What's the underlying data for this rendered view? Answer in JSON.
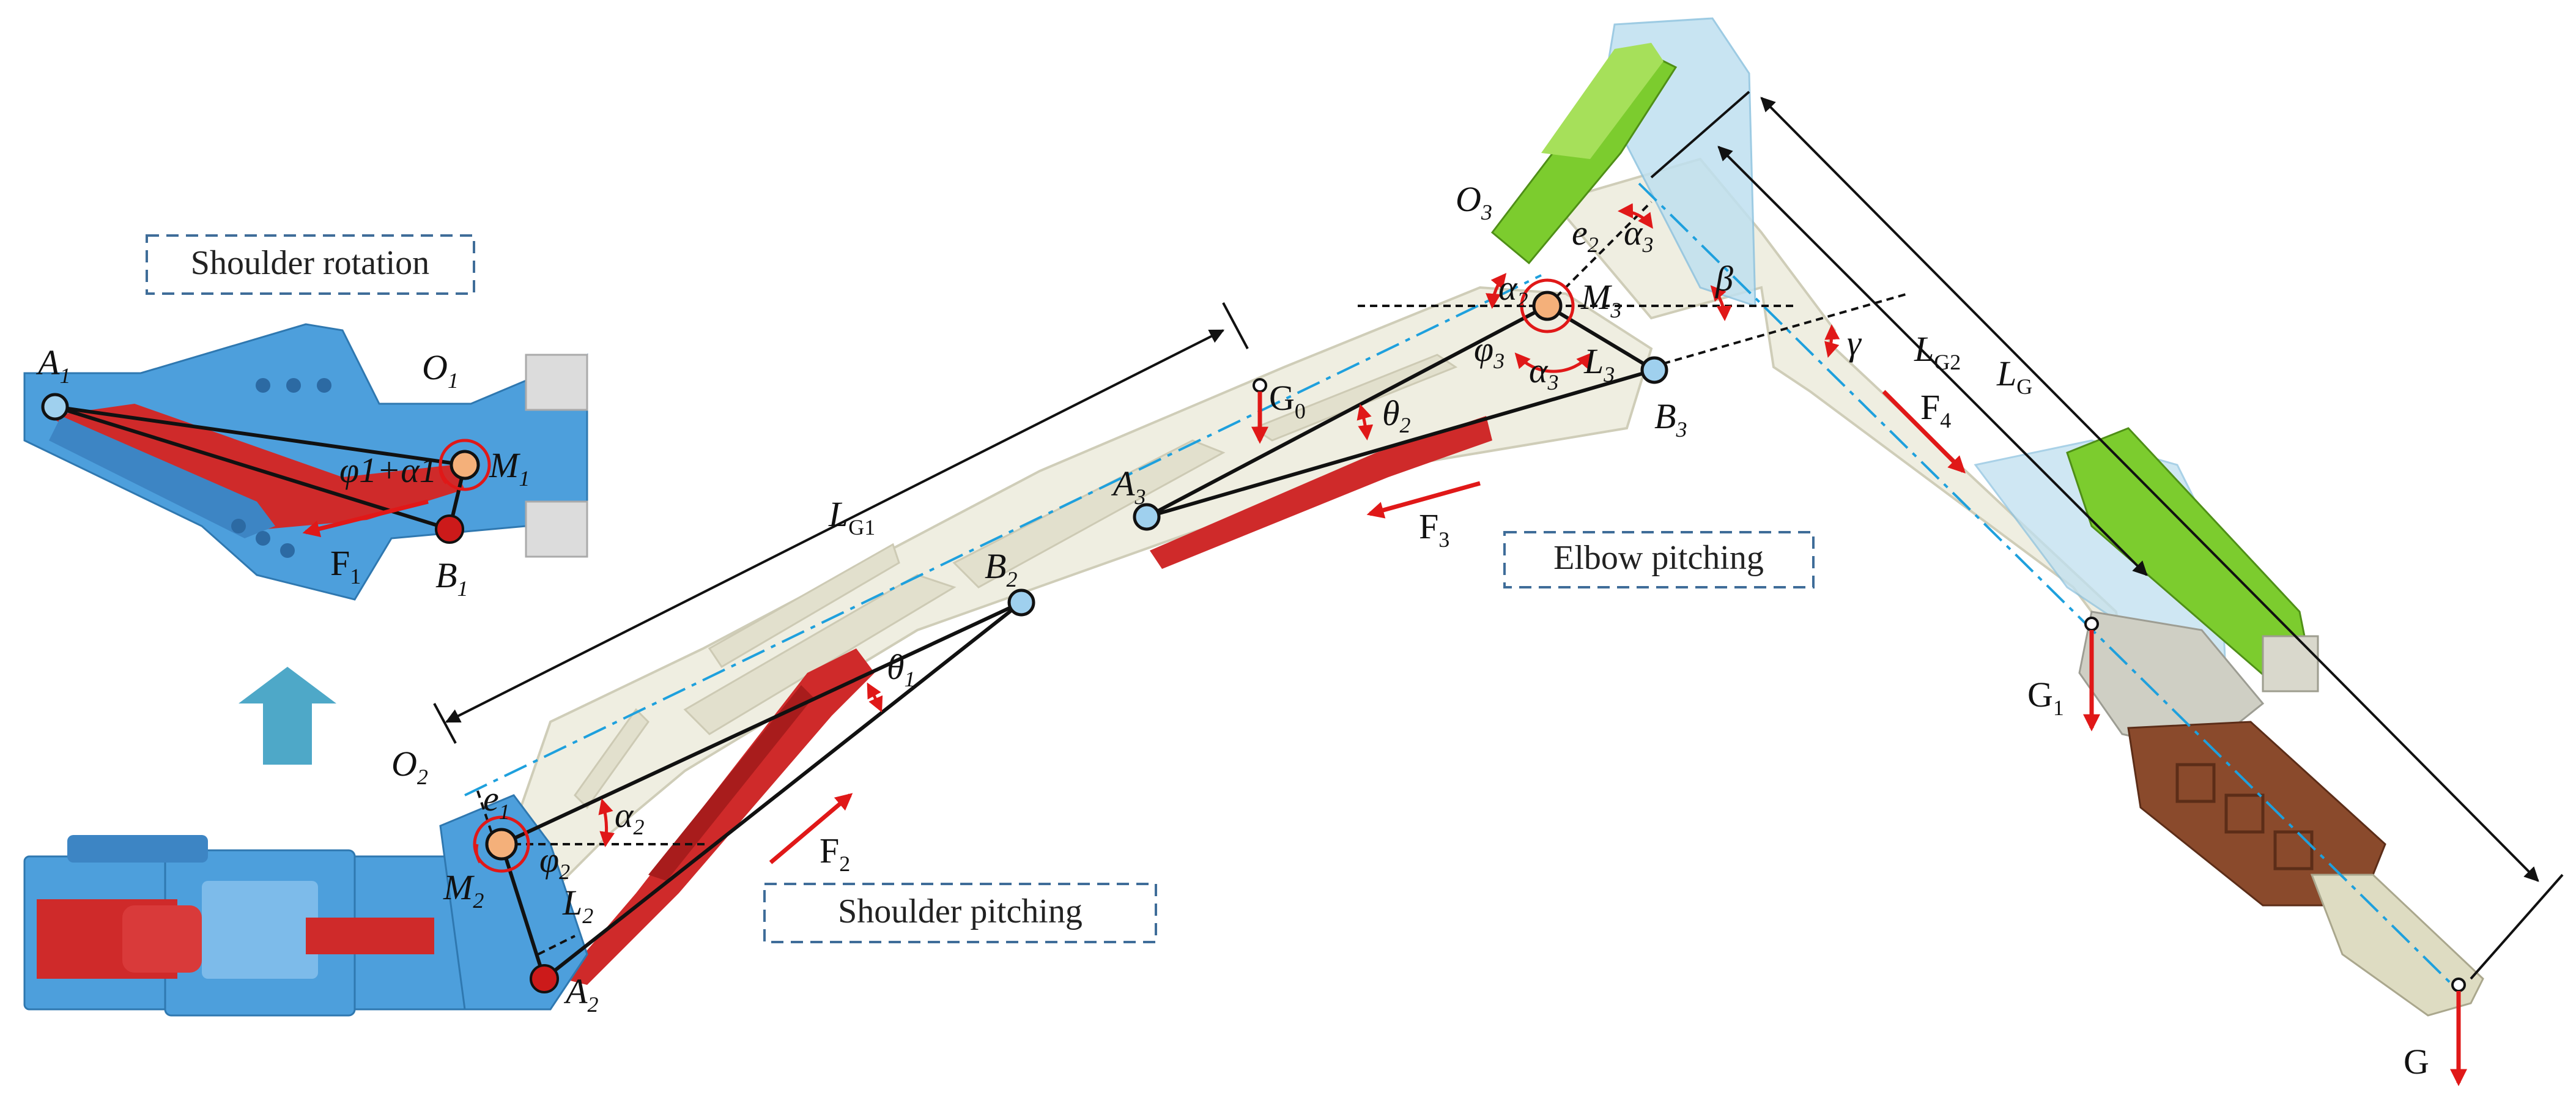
{
  "figure": {
    "captions": {
      "shoulder_rotation": "Shoulder rotation",
      "shoulder_pitching": "Shoulder  pitching",
      "elbow_pitching": "Elbow pitching"
    },
    "labels": {
      "A1": {
        "base": "A",
        "sub": "1"
      },
      "O1": {
        "base": "O",
        "sub": "1"
      },
      "M1": {
        "base": "M",
        "sub": "1"
      },
      "B1": {
        "base": "B",
        "sub": "1"
      },
      "F1": {
        "base": "F",
        "sub": "1"
      },
      "phi1_alpha1": "φ1+α1",
      "O2": {
        "base": "O",
        "sub": "2"
      },
      "e1": {
        "base": "e",
        "sub": "1"
      },
      "M2": {
        "base": "M",
        "sub": "2"
      },
      "L2": {
        "base": "L",
        "sub": "2"
      },
      "A2": {
        "base": "A",
        "sub": "2"
      },
      "alpha2_lower": {
        "base": "α",
        "sub": "2"
      },
      "phi2": {
        "base": "φ",
        "sub": "2"
      },
      "theta1": {
        "base": "θ",
        "sub": "1"
      },
      "F2": {
        "base": "F",
        "sub": "2"
      },
      "LG1": {
        "base": "L",
        "sub": "G1"
      },
      "B2": {
        "base": "B",
        "sub": "2"
      },
      "A3": {
        "base": "A",
        "sub": "3"
      },
      "G0": {
        "base": "G",
        "sub": "0"
      },
      "theta2": {
        "base": "θ",
        "sub": "2"
      },
      "F3": {
        "base": "F",
        "sub": "3"
      },
      "O3": {
        "base": "O",
        "sub": "3"
      },
      "e2": {
        "base": "e",
        "sub": "2"
      },
      "alpha3_upper": {
        "base": "α",
        "sub": "3"
      },
      "alpha2_upper": {
        "base": "α",
        "sub": "2"
      },
      "M3": {
        "base": "M",
        "sub": "3"
      },
      "beta": {
        "base": "β",
        "sub": ""
      },
      "phi3": {
        "base": "φ",
        "sub": "3"
      },
      "alpha3_lower": {
        "base": "α",
        "sub": "3"
      },
      "L3": {
        "base": "L",
        "sub": "3"
      },
      "B3": {
        "base": "B",
        "sub": "3"
      },
      "gamma": {
        "base": "γ",
        "sub": ""
      },
      "LG2": {
        "base": "L",
        "sub": "G2"
      },
      "LG": {
        "base": "L",
        "sub": "G"
      },
      "F4": {
        "base": "F",
        "sub": "4"
      },
      "G1": {
        "base": "G",
        "sub": "1"
      },
      "G": {
        "base": "G",
        "sub": ""
      }
    },
    "colors": {
      "arm_body": "#efeee1",
      "arm_edge": "#cfcdb8",
      "actuator_red": "#cf2a2a",
      "base_blue": "#4d9fdc",
      "green_cylinder": "#7ccc2e",
      "gripper_brown": "#8a4a2c",
      "gripper_tip": "#dedcc2",
      "joint_fill": "#f4b07a",
      "pivot_fill": "#9fd0ee",
      "force_red": "#e01818",
      "axis_cyan": "#1ea0dd",
      "up_arrow": "#4ea8c8",
      "caption_border": "#3f6d99"
    }
  }
}
